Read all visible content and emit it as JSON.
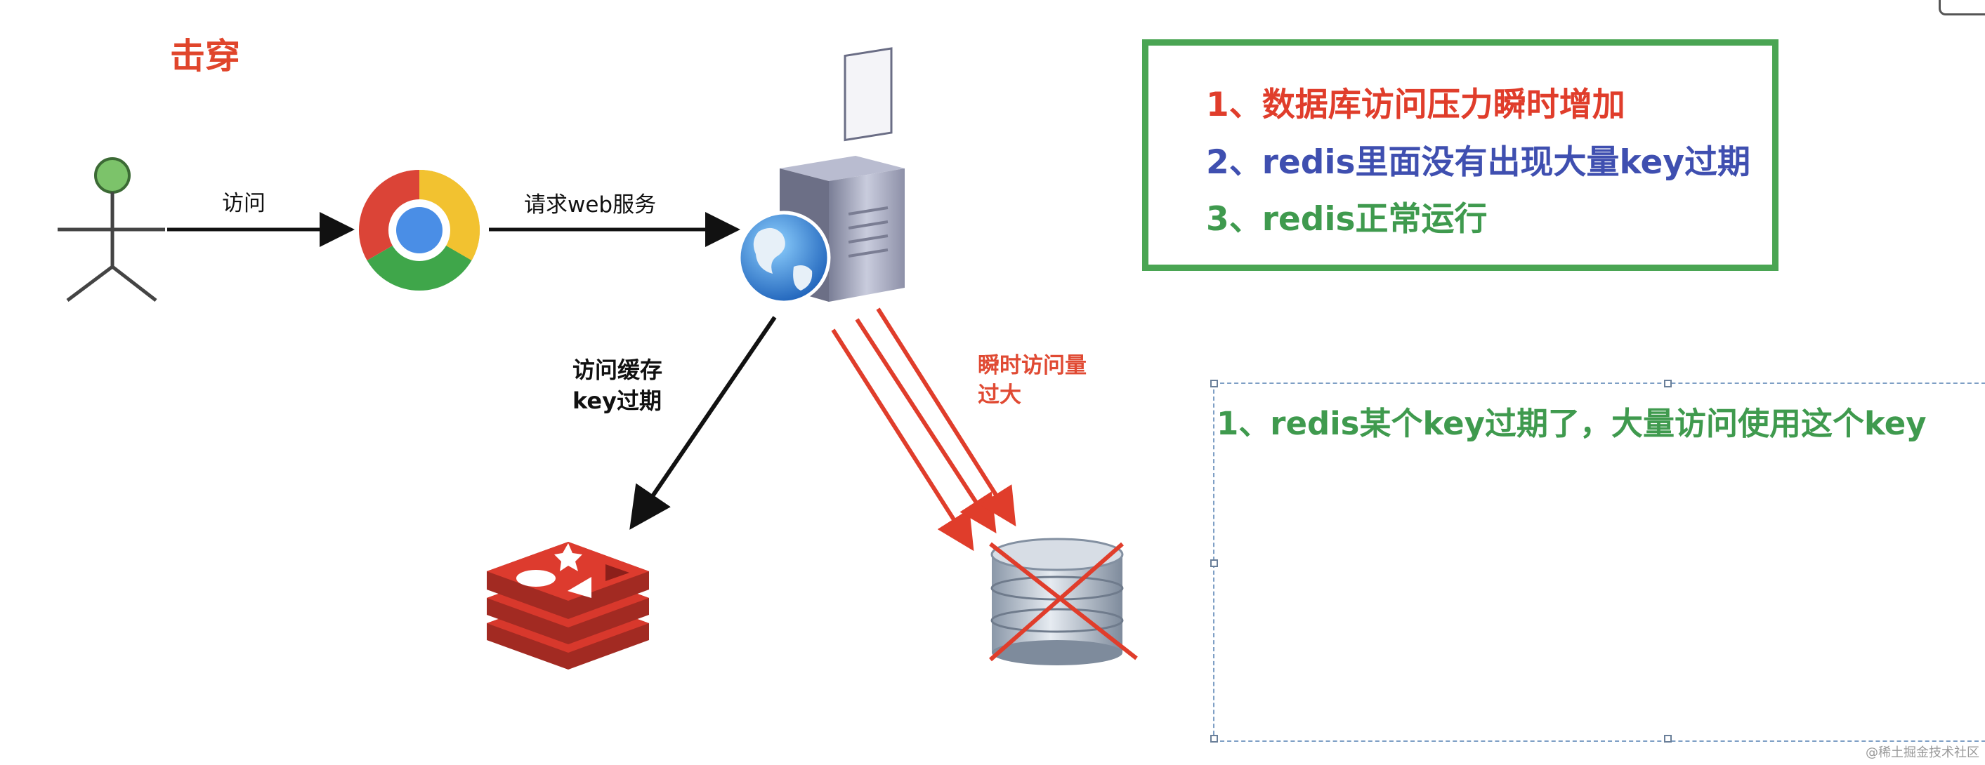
{
  "title": "击穿",
  "labels": {
    "visit": "访问",
    "request_web": "请求web服务",
    "cache_access_line1": "访问缓存",
    "cache_access_line2": "key过期",
    "burst_line1": "瞬时访问量",
    "burst_line2": "过大"
  },
  "summary_points": [
    {
      "text": "1、数据库访问压力瞬时增加",
      "color": "#e03d2b"
    },
    {
      "text": "2、redis里面没有出现大量key过期",
      "color": "#3f4fb0"
    },
    {
      "text": "3、redis正常运行",
      "color": "#3f9a4e"
    }
  ],
  "cause_text": "1、redis某个key过期了，大量访问使用这个key",
  "watermark": "@稀土掘金技术社区",
  "colors": {
    "title_red": "#e0452b",
    "green_border": "#4aa553",
    "arrow_red": "#e03d2b",
    "redis_red": "#c9332a"
  },
  "icons": [
    "user-stick-figure-icon",
    "chrome-browser-icon",
    "web-server-icon",
    "redis-logo-icon",
    "database-icon"
  ]
}
